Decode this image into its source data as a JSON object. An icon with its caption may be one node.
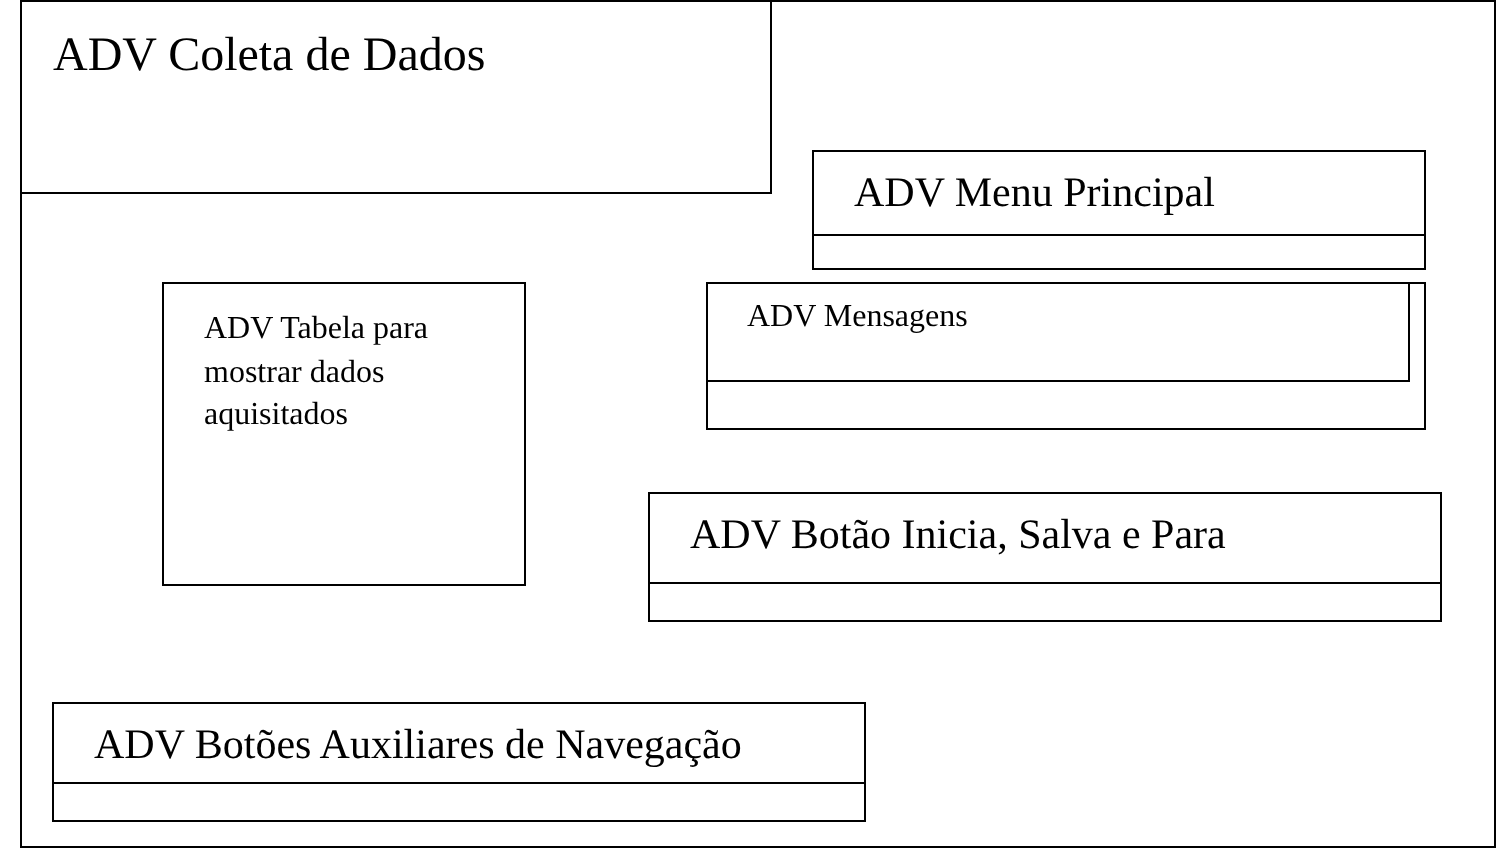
{
  "diagram": {
    "nodes": [
      {
        "text": [
          "ADV Coleta de Dados"
        ]
      },
      {
        "text": [
          "ADV Menu Principal"
        ],
        "in": 0
      },
      {
        "text": [
          "ADV Tabela para mostrar dados aquisitados"
        ],
        "in": 0
      },
      {
        "text": [
          "ADV Mensagens"
        ],
        "in": 0
      },
      {
        "text": [
          "ADV Botão Inicia, Salva e Para"
        ],
        "in": 0
      },
      {
        "text": [
          "ADV Botões Auxiliares de Navegação"
        ],
        "in": 0
      }
    ],
    "edges": []
  }
}
